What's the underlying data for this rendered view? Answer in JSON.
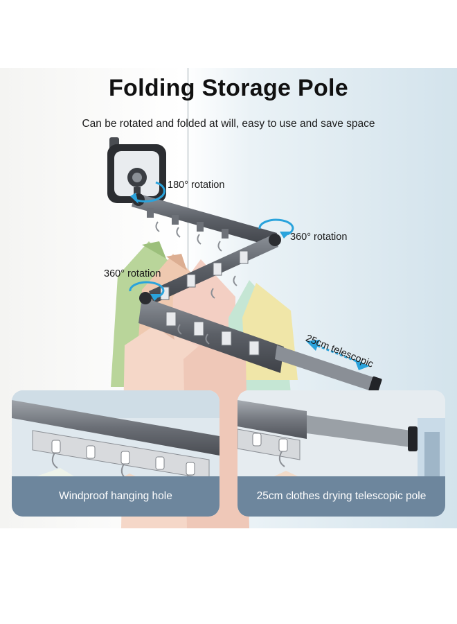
{
  "header": {
    "title": "Folding Storage Pole",
    "subtitle": "Can be rotated and folded at will, easy to use and save space"
  },
  "callouts": {
    "rotation_top": "180° rotation",
    "rotation_right": "360° rotation",
    "rotation_left": "360° rotation",
    "telescopic": "25cm telescopic"
  },
  "insets": {
    "left_caption": "Windproof hanging hole",
    "right_caption": "25cm clothes drying telescopic pole"
  },
  "colors": {
    "arrow_accent": "#2aa3dc",
    "caption_bar": "#6d869d",
    "pole": "#5b5f66"
  }
}
